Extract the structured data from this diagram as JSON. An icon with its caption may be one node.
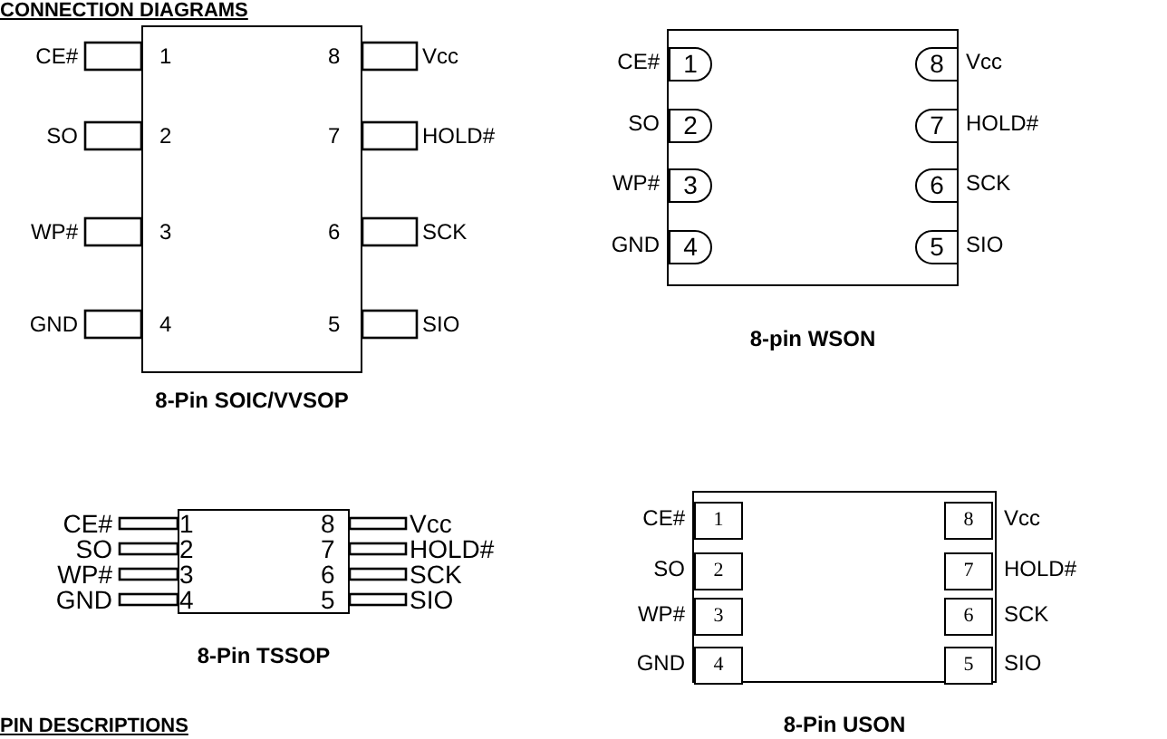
{
  "diagram": {
    "nodes": [
      {
        "text": [
          "8-Pin SOIC/VVSOP"
        ]
      },
      {
        "text": [
          "8-pin WSON"
        ]
      },
      {
        "text": [
          "1"
        ],
        "beside": [
          "CE#"
        ],
        "in": 1
      },
      {
        "text": [
          "8"
        ],
        "beside": [
          "Vcc"
        ],
        "in": 1
      },
      {
        "text": [
          "2"
        ],
        "beside": [
          "SO"
        ],
        "in": 1
      },
      {
        "text": [
          "7"
        ],
        "beside": [
          "HOLD#"
        ],
        "in": 1
      },
      {
        "text": [
          "3"
        ],
        "beside": [
          "WP#"
        ],
        "in": 1
      },
      {
        "text": [
          "6"
        ],
        "beside": [
          "SCK"
        ],
        "in": 1
      },
      {
        "text": [
          "4"
        ],
        "beside": [
          "GND"
        ],
        "in": 1
      },
      {
        "text": [
          "5"
        ],
        "beside": [
          "SIO"
        ],
        "in": 1
      },
      {
        "text": [
          "8-Pin TSSOP"
        ]
      },
      {
        "text": [
          "8-Pin USON"
        ]
      },
      {
        "text": [
          "1"
        ],
        "beside": [
          "CE#"
        ],
        "in": 11
      },
      {
        "text": [
          "8"
        ],
        "beside": [
          "Vcc"
        ],
        "in": 11
      },
      {
        "text": [
          "2"
        ],
        "beside": [
          "SO"
        ],
        "in": 11
      },
      {
        "text": [
          "7"
        ],
        "beside": [
          "HOLD#"
        ],
        "in": 11
      },
      {
        "text": [
          "3"
        ],
        "beside": [
          "WP#"
        ],
        "in": 11
      },
      {
        "text": [
          "6"
        ],
        "beside": [
          "SCK"
        ],
        "in": 11
      },
      {
        "text": [
          "4"
        ],
        "beside": [
          "GND"
        ],
        "in": 11
      },
      {
        "text": [
          "5"
        ],
        "beside": [
          "SIO"
        ],
        "in": 11
      }
    ],
    "labels": [
      "CONNECTION DIAGRAMS",
      "CE#",
      "1",
      "8",
      "Vcc",
      "SO",
      "2",
      "7",
      "HOLD#",
      "WP#",
      "3",
      "6",
      "SCK",
      "GND",
      "4",
      "5",
      "SIO",
      "CE#",
      "1",
      "8",
      "Vcc",
      "SO",
      "2",
      "7",
      "HOLD#",
      "WP#",
      "3",
      "6",
      "SCK",
      "GND",
      "4",
      "5",
      "SIO",
      "PIN DESCRIPTIONS"
    ]
  }
}
